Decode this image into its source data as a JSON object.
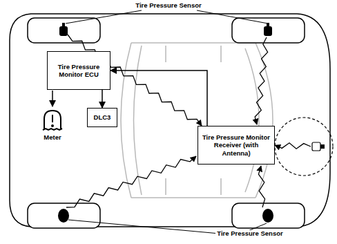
{
  "diagram": {
    "nodes": [
      {
        "text": [
          "Tire Pressure Monitor ECU"
        ]
      },
      {
        "text": [
          "DLC3"
        ]
      },
      {
        "text": [
          "Tire Pressure Monitor Receiver (with Antenna)"
        ]
      }
    ],
    "edges": [
      {
        "from": 0,
        "to": 1,
        "arrow": "to"
      },
      {
        "from": 2,
        "to": 0,
        "arrow": "to"
      }
    ],
    "labels": [
      "Tire Pressure Sensor",
      "Meter",
      "Tire Pressure Sensor"
    ]
  }
}
